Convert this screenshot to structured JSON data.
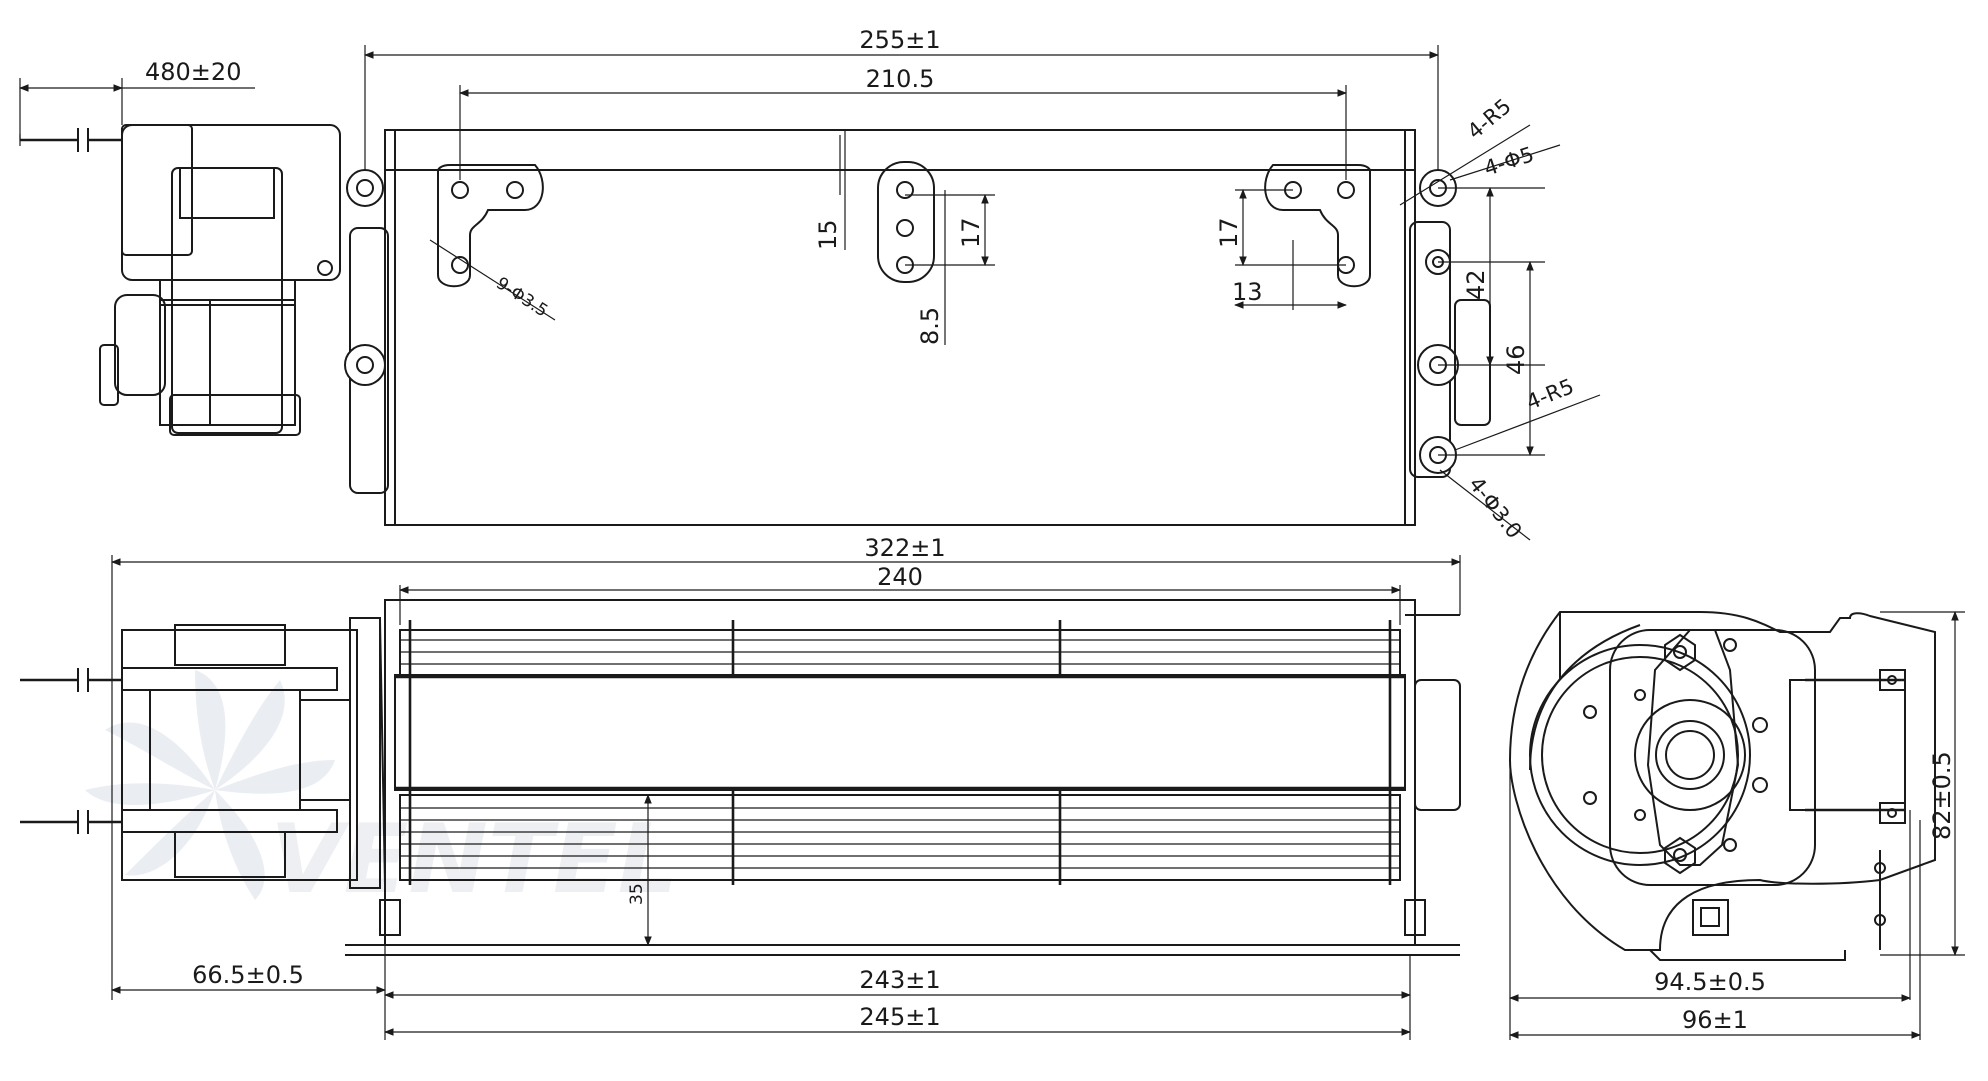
{
  "dimensions": {
    "cable_length": "480±20",
    "top_length": "255±1",
    "hole_spacing": "210.5",
    "flange_offset": "15",
    "bracket_spacing": "17",
    "bracket_right_spacing": "17",
    "bracket_width": "13",
    "bracket_offset": "8.5",
    "mount_hole_radius_top": "4-R5",
    "mount_hole_dia_top": "4-Φ5",
    "small_holes": "9-Φ3.5",
    "side_spacing_42": "42",
    "side_spacing_46": "46",
    "mount_hole_radius_side": "4-R5",
    "mount_hole_dia_side": "4-Φ3.0",
    "overall_length": "322±1",
    "impeller_length": "240",
    "outlet_height": "35",
    "motor_offset": "66.5±0.5",
    "housing_length_inner": "243±1",
    "housing_length_outer": "245±1",
    "end_height": "82±0.5",
    "end_width_inner": "94.5±0.5",
    "end_width_outer": "96±1"
  },
  "watermark": "VENTEL"
}
